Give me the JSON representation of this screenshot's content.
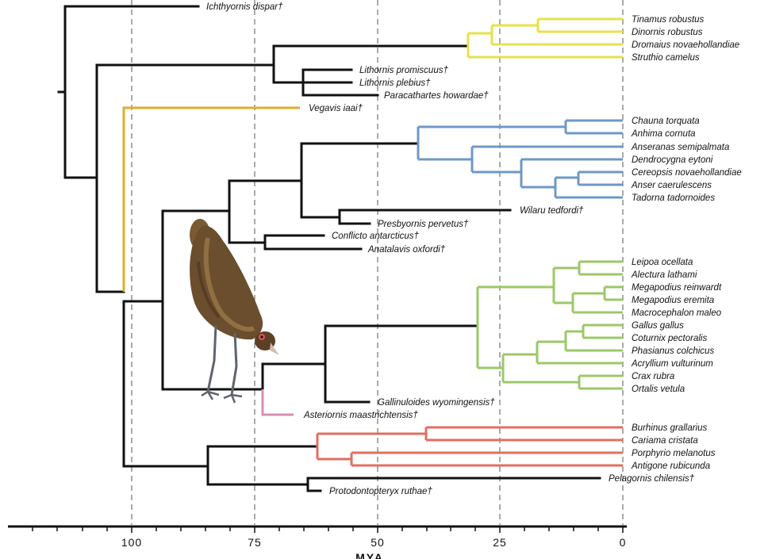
{
  "axis": {
    "title": "MYA",
    "ticks": [
      "100",
      "75",
      "50",
      "25",
      "0"
    ]
  },
  "colors": {
    "black": "#111111",
    "yellow": "#e6e24c",
    "orange": "#e0ac2b",
    "blue": "#6f98c6",
    "green": "#9cc868",
    "pink": "#d98fb4",
    "red": "#e06f61"
  },
  "illustration": {
    "subject": "Asteriornis fossil bird reconstruction (galliform-like ground bird)"
  },
  "taxa": {
    "ichthyornis": "Ichthyornis dispar†",
    "tinamus": "Tinamus robustus",
    "dinornis": "Dinornis robustus",
    "dromaius": "Dromaius novaehollandiae",
    "struthio": "Struthio camelus",
    "lithornis_promiscuus": "Lithornis promiscuus†",
    "lithornis_plebius": "Lithornis plebius†",
    "paracathartes": "Paracathartes howardae†",
    "vegavis": "Vegavis iaai†",
    "chauna": "Chauna torquata",
    "anhima": "Anhima cornuta",
    "anseranas": "Anseranas semipalmata",
    "dendrocygna": "Dendrocygna eytoni",
    "cereopsis": "Cereopsis novaehollandiae",
    "anser": "Anser caerulescens",
    "tadorna": "Tadorna tadornoides",
    "wilaru": "Wilaru tedfordi†",
    "presbyornis": "Presbyornis pervetus†",
    "conflicto": "Conflicto antarcticus†",
    "anatalavis": "Anatalavis oxfordi†",
    "leipoa": "Leipoa ocellata",
    "alectura": "Alectura lathami",
    "megapodius_reinwardt": "Megapodius reinwardt",
    "megapodius_eremita": "Megapodius eremita",
    "macrocephalon": "Macrocephalon maleo",
    "gallus": "Gallus gallus",
    "coturnix": "Coturnix pectoralis",
    "phasianus": "Phasianus colchicus",
    "acryllium": "Acryllium vulturinum",
    "crax": "Crax rubra",
    "ortalis": "Ortalis vetula",
    "gallinuloides": "Gallinuloides wyomingensis†",
    "asteriornis": "Asteriornis maastrichtensis†",
    "burhinus": "Burhinus grallarius",
    "cariama": "Cariama cristata",
    "porphyrio": "Porphyrio melanotus",
    "antigone": "Antigone rubicunda",
    "pelagornis": "Pelagornis chilensis†",
    "protodontopteryx": "Protodontopteryx ruthae†"
  }
}
